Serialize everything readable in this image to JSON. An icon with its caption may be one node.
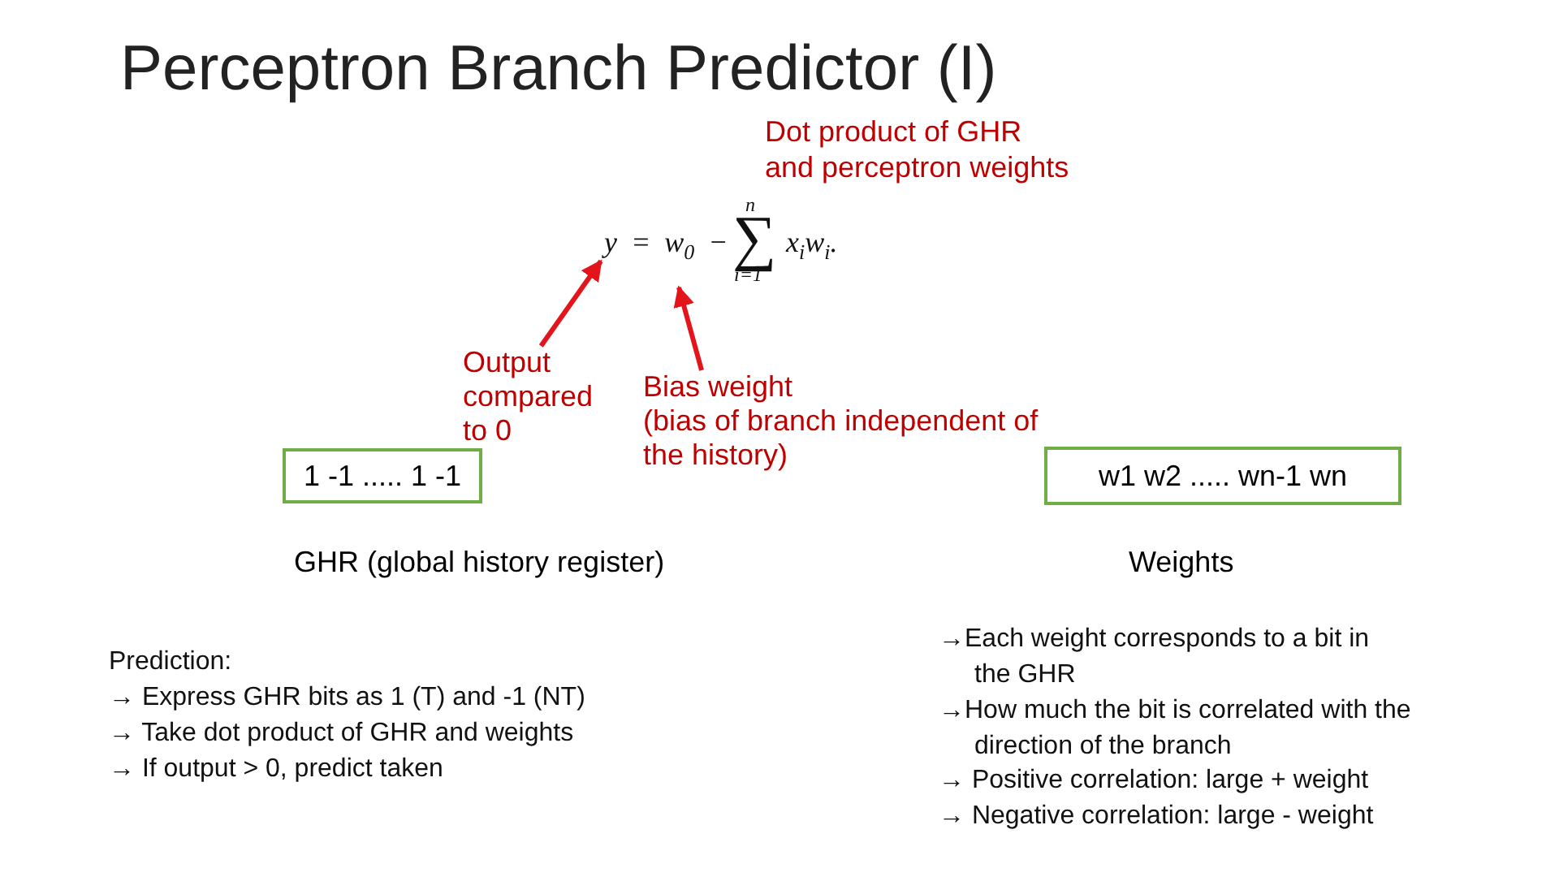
{
  "diagram": {
    "title": "Perceptron Branch Predictor (I)",
    "nodes": [
      {
        "text": [
          "y = w$_{0}$ −",
          "n",
          "∑",
          "i=1",
          "x$_{i}$w$_{i}$."
        ]
      },
      {
        "text": [
          "Output compared to 0"
        ]
      },
      {
        "text": [
          "Bias weight",
          "(bias of branch independent of the history)"
        ]
      },
      {
        "text": [
          "1 -1 ..... 1 -1"
        ],
        "beside": [
          "GHR (global history register)"
        ]
      },
      {
        "text": [
          "w1 w2 ..... wn-1 wn"
        ],
        "beside": [
          "Weights"
        ]
      }
    ],
    "edges": [
      {
        "from": 1,
        "to": 0,
        "arrow": "to"
      },
      {
        "from": 2,
        "to": 0,
        "arrow": "to"
      }
    ],
    "labels": [
      "Dot product of GHR and perceptron weights",
      "Prediction:",
      "→ Express GHR bits as 1 (T) and -1 (NT)",
      "→ Take dot product of GHR and weights",
      "→ If output > 0, predict taken",
      "→Each weight corresponds to a bit in the GHR",
      "→How much the bit is correlated with the direction of the branch",
      "→ Positive correlation: large + weight",
      "→ Negative correlation: large - weight"
    ]
  }
}
